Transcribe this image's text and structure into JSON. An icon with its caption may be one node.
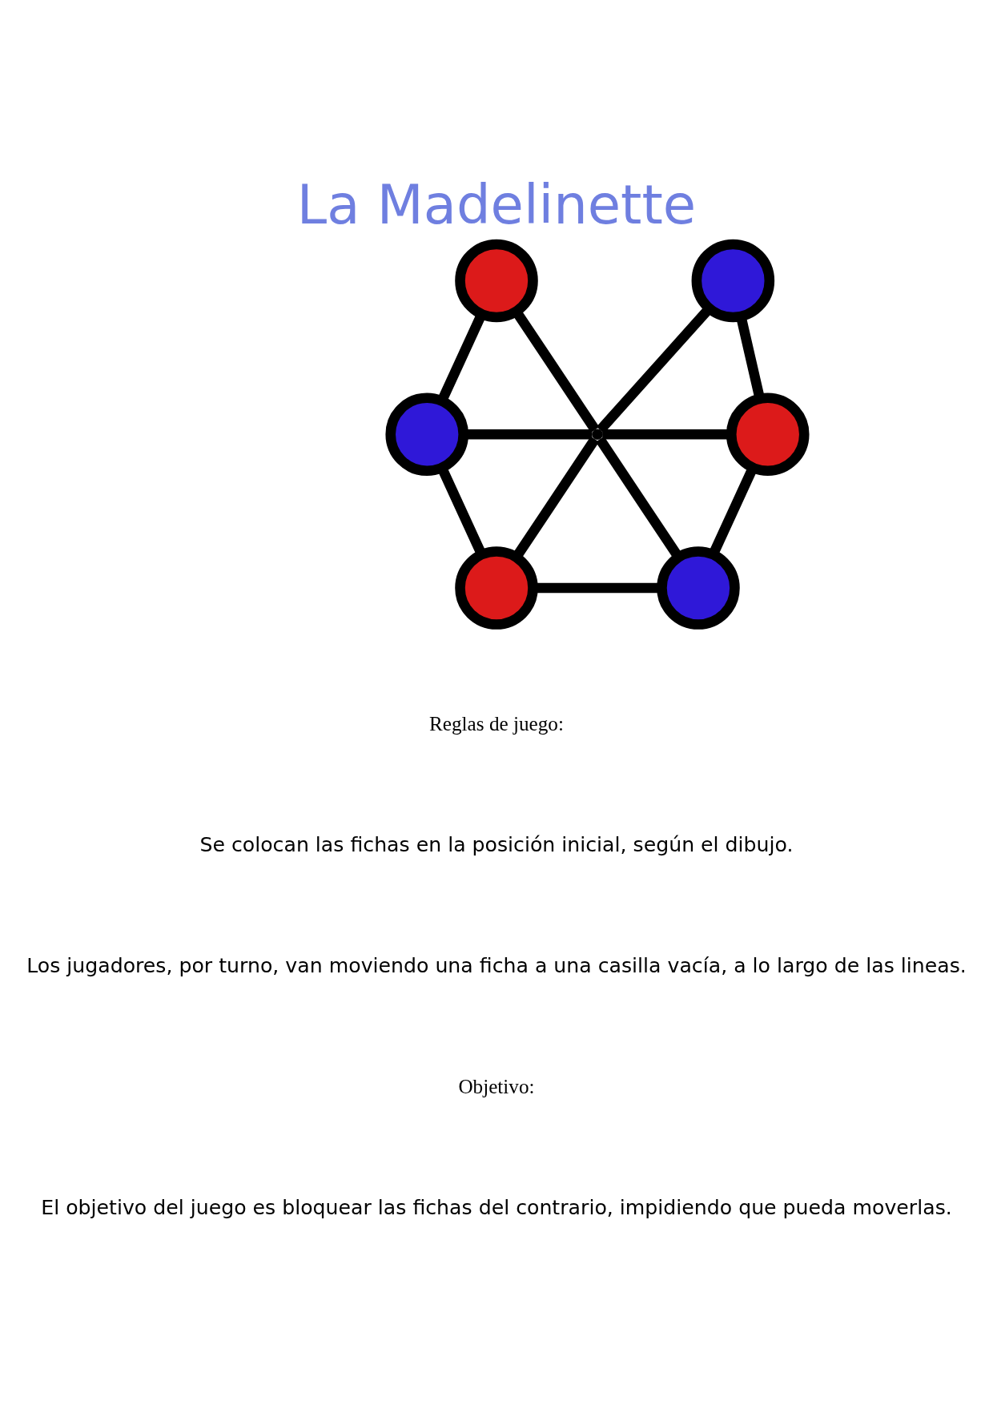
{
  "diagram": {
    "title": "La Madelinette",
    "nodes": [
      {
        "text": [],
        "shape": "circle"
      },
      {
        "text": [],
        "shape": "circle"
      },
      {
        "text": [],
        "shape": "circle"
      },
      {
        "text": [],
        "shape": "point"
      },
      {
        "text": [],
        "shape": "circle"
      },
      {
        "text": [],
        "shape": "circle"
      },
      {
        "text": [],
        "shape": "circle"
      }
    ],
    "edges": [
      {
        "from": 0,
        "to": 2,
        "arrow": "none"
      },
      {
        "from": 0,
        "to": 3,
        "arrow": "none"
      },
      {
        "from": 1,
        "to": 3,
        "arrow": "none"
      },
      {
        "from": 1,
        "to": 4,
        "arrow": "none"
      },
      {
        "from": 2,
        "to": 3,
        "arrow": "none"
      },
      {
        "from": 3,
        "to": 4,
        "arrow": "none"
      },
      {
        "from": 2,
        "to": 5,
        "arrow": "none"
      },
      {
        "from": 3,
        "to": 5,
        "arrow": "none"
      },
      {
        "from": 3,
        "to": 6,
        "arrow": "none"
      },
      {
        "from": 4,
        "to": 6,
        "arrow": "none"
      },
      {
        "from": 5,
        "to": 6,
        "arrow": "none"
      }
    ],
    "labels": [
      "Reglas de juego:",
      "Se colocan las fichas en la posición inicial, según el dibujo.",
      "Los jugadores, por turno, van moviendo una ficha a una casilla vacía, a lo largo de las lineas.",
      "Objetivo:",
      "El objetivo del juego es bloquear las fichas del contrario, impidiendo que pueda moverlas."
    ]
  }
}
